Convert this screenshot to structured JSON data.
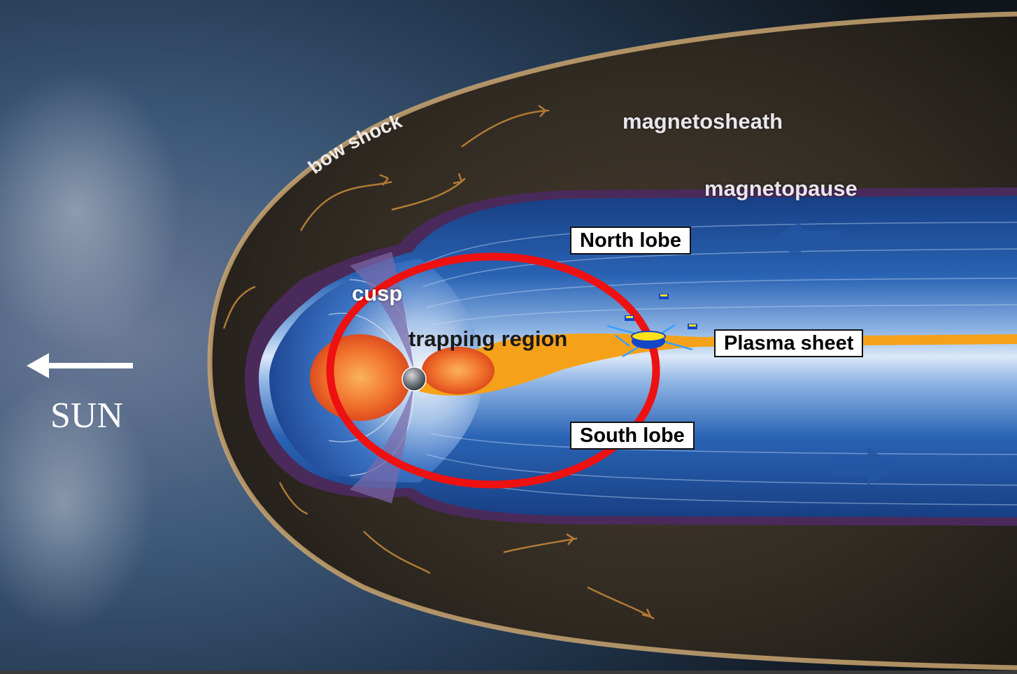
{
  "labels": {
    "bow_shock": "bow shock",
    "magnetosheath": "magnetosheath",
    "magnetopause": "magnetopause",
    "north_lobe": "North lobe",
    "south_lobe": "South lobe",
    "plasma_sheet": "Plasma sheet",
    "cusp": "cusp",
    "trapping_region": "trapping region",
    "sun": "SUN"
  },
  "colors": {
    "solar_wind": "#2c4a66",
    "magnetosheath": "#3a3226",
    "bow_shock_edge": "#c9a571",
    "magnetopause_edge": "#4a2a5a",
    "lobe_blue": "#1f57a8",
    "lobe_light": "#bcd4f0",
    "plasma_sheet": "#f5a21a",
    "radiation_belt": "#ee5a1e",
    "highlight_ring": "#ee1111",
    "arrow": "#ffffff"
  },
  "icons": {
    "earth": "earth-icon",
    "spacecraft": "spacecraft-icon",
    "sun_arrow": "arrow-left-icon"
  }
}
